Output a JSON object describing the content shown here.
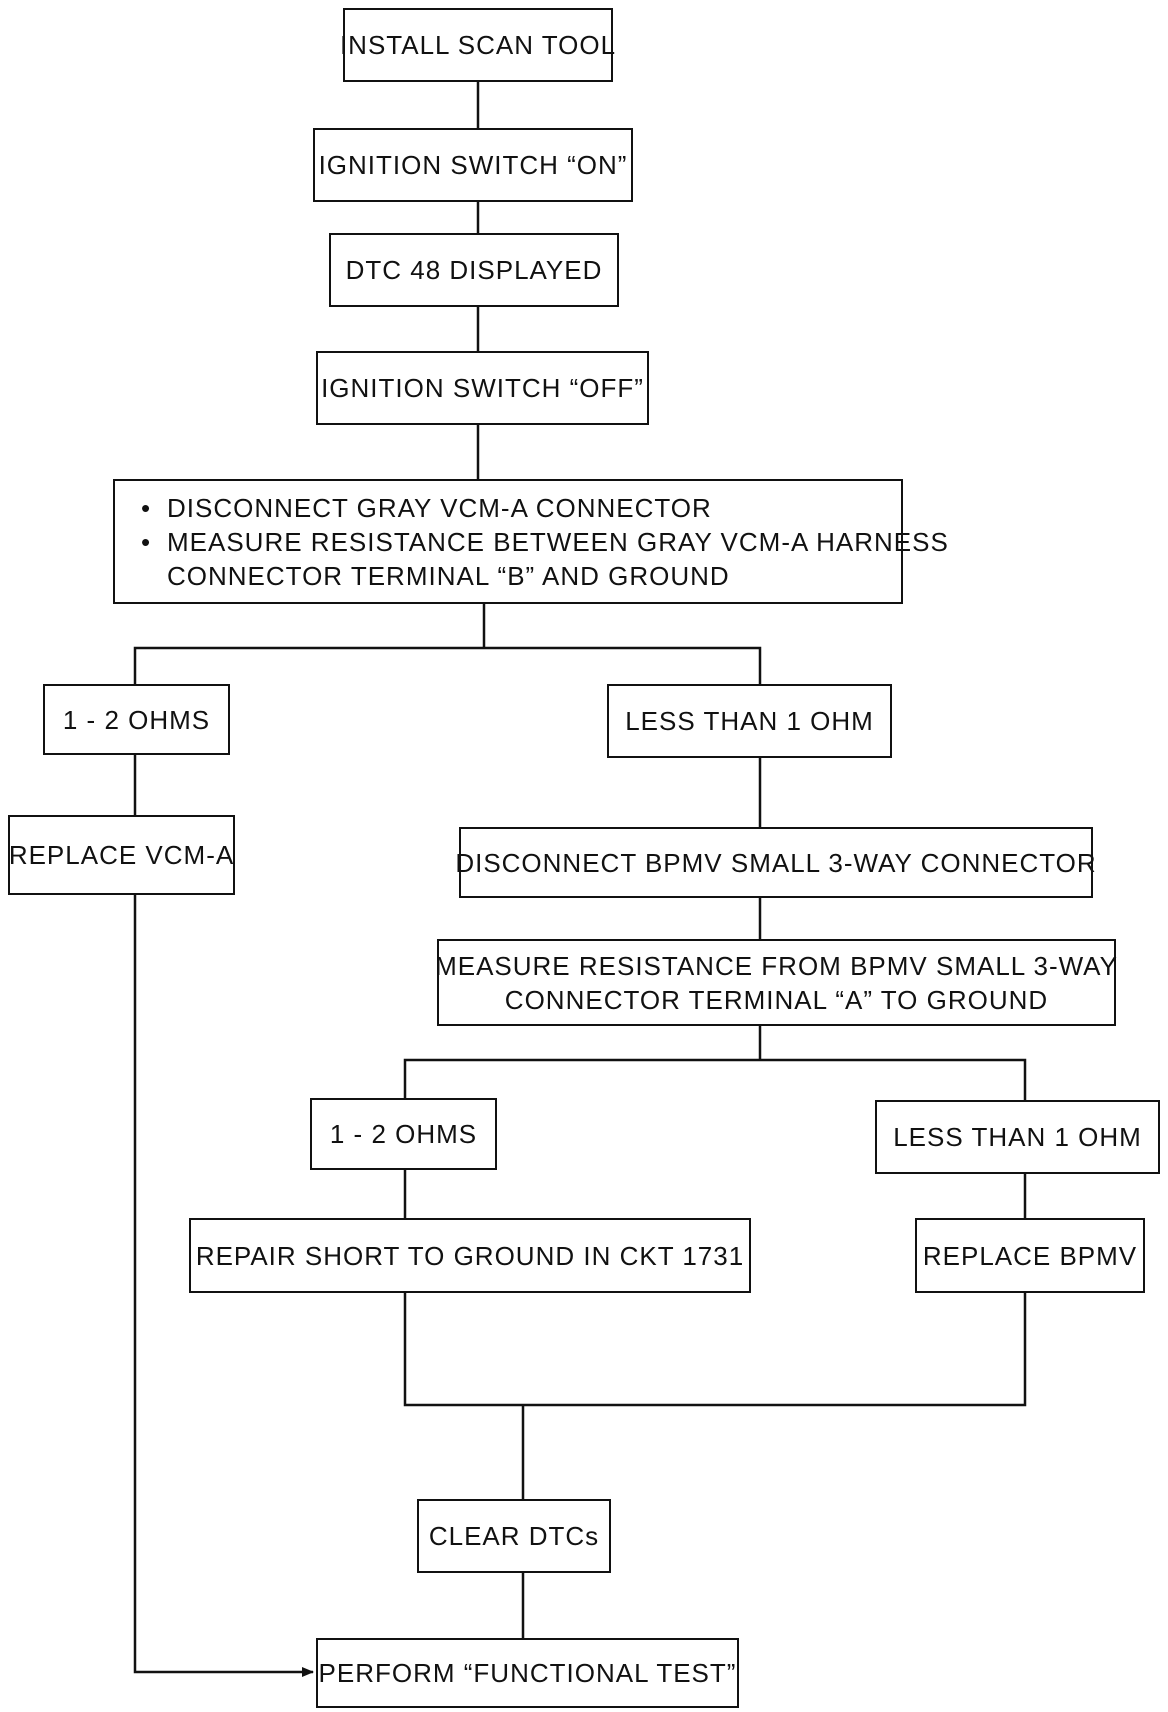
{
  "steps": {
    "install_scan_tool": "INSTALL SCAN TOOL",
    "ignition_on": "IGNITION SWITCH “ON”",
    "dtc_48": "DTC 48 DISPLAYED",
    "ignition_off": "IGNITION SWITCH “OFF”",
    "check_vcm": {
      "bullet": "•",
      "line1": "DISCONNECT GRAY VCM-A CONNECTOR",
      "line2": "MEASURE RESISTANCE BETWEEN GRAY VCM-A HARNESS",
      "line3": "CONNECTOR TERMINAL “B” AND GROUND"
    },
    "result_left_1_2_ohms": "1 - 2 OHMS",
    "result_left_less_1_ohm": "LESS THAN 1 OHM",
    "replace_vcm": "REPLACE VCM-A",
    "disconnect_bpmv": "DISCONNECT BPMV SMALL 3-WAY CONNECTOR",
    "measure_bpmv": {
      "line1": "MEASURE RESISTANCE FROM BPMV SMALL 3-WAY",
      "line2": "CONNECTOR TERMINAL “A” TO GROUND"
    },
    "result_right_1_2_ohms": "1 - 2 OHMS",
    "result_right_less_1_ohm": "LESS THAN 1 OHM",
    "repair_short": "REPAIR SHORT TO GROUND IN CKT 1731",
    "replace_bpmv": "REPLACE BPMV",
    "clear_dtcs": "CLEAR DTCs",
    "functional_test": "PERFORM “FUNCTIONAL TEST”"
  },
  "colors": {
    "line": "#111111",
    "background": "#ffffff"
  }
}
